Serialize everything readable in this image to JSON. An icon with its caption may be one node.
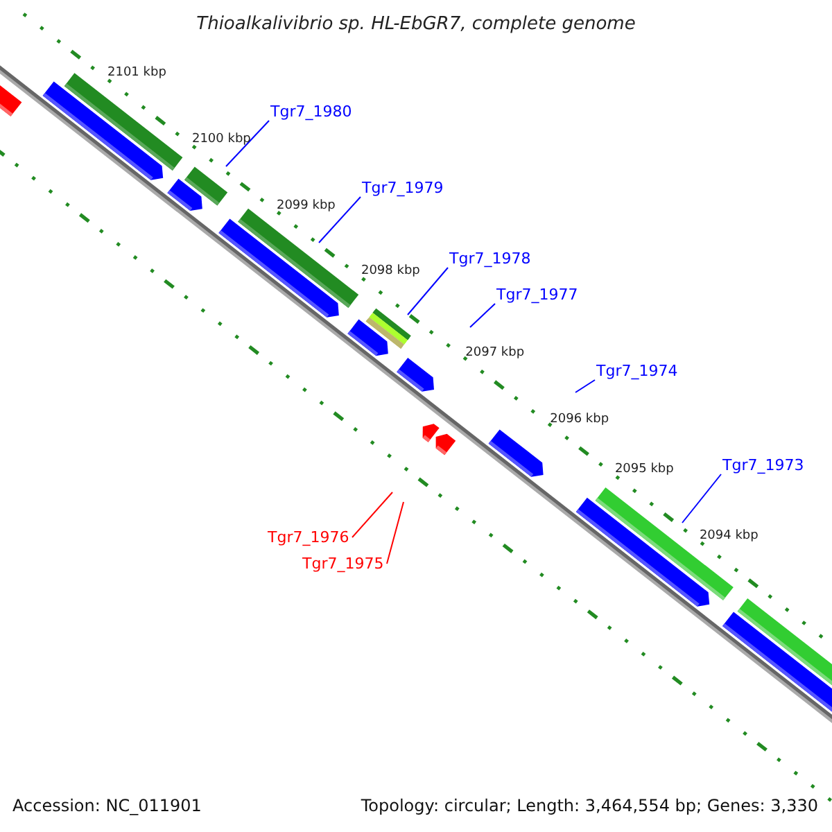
{
  "diagram": {
    "title": "Thioalkalivibrio sp. HL-EbGR7, complete genome",
    "nodes": [
      {
        "text": [
          "Tgr7_1980"
        ]
      },
      {
        "text": [
          "Tgr7_1979"
        ]
      },
      {
        "text": [
          "Tgr7_1978"
        ]
      },
      {
        "text": [
          "Tgr7_1977"
        ]
      },
      {
        "text": [
          "Tgr7_1974"
        ]
      },
      {
        "text": [
          "Tgr7_1973"
        ]
      },
      {
        "text": [
          "Tgr7_1976"
        ]
      },
      {
        "text": [
          "Tgr7_1975"
        ]
      }
    ],
    "edges": [
      {
        "from": 0,
        "to": null,
        "arrow": "none"
      },
      {
        "from": 1,
        "to": null,
        "arrow": "none"
      },
      {
        "from": 2,
        "to": null,
        "arrow": "none"
      },
      {
        "from": 3,
        "to": null,
        "arrow": "none"
      },
      {
        "from": 4,
        "to": null,
        "arrow": "none"
      },
      {
        "from": 5,
        "to": null,
        "arrow": "none"
      },
      {
        "from": 6,
        "to": null,
        "arrow": "none",
        "color": "#ff0000"
      },
      {
        "from": 7,
        "to": null,
        "arrow": "none",
        "color": "#ff0000"
      }
    ],
    "labels": [
      "2101 kbp",
      "2100 kbp",
      "2099 kbp",
      "2098 kbp",
      "2097 kbp",
      "2096 kbp",
      "2095 kbp",
      "2094 kbp",
      "Accession: NC_011901",
      "Topology: circular; Length: 3,464,554 bp; Genes: 3,330"
    ]
  }
}
